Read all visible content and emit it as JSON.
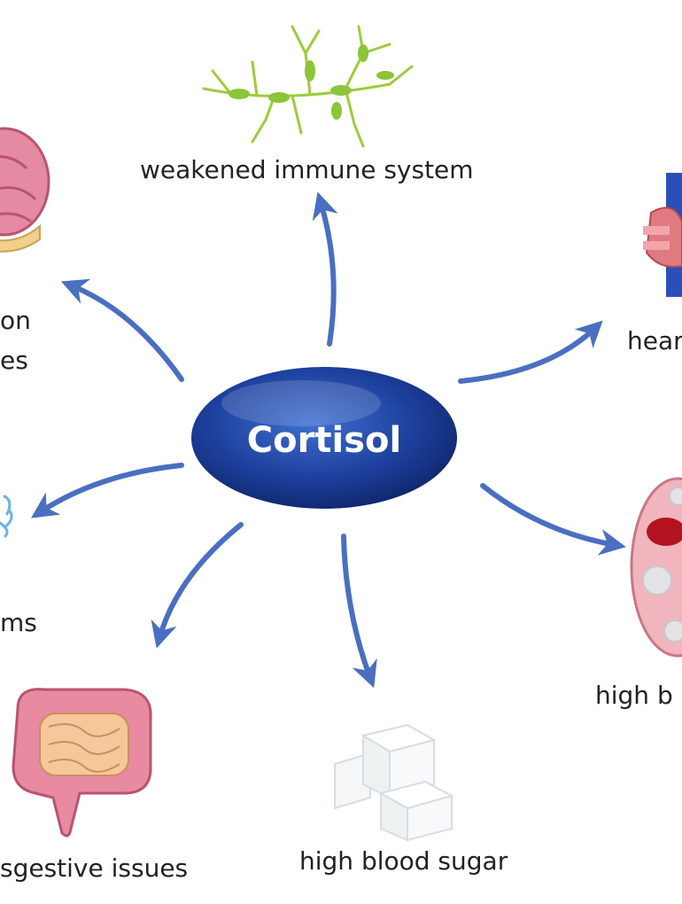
{
  "center": {
    "label": "Cortisol",
    "color": "#1d3f9c"
  },
  "arrow_color": "#4a6fc0",
  "effects": [
    {
      "id": "immune",
      "label": "weakened immune system",
      "icon": "lymph-network-icon"
    },
    {
      "id": "brain-a",
      "label": "on",
      "icon": "brain-icon"
    },
    {
      "id": "brain-b",
      "label": "es"
    },
    {
      "id": "heart",
      "label": "hear",
      "icon": "heart-icon"
    },
    {
      "id": "nerves",
      "label": "ms",
      "icon": "nerve-icon"
    },
    {
      "id": "digestive",
      "label": "sgestive issues",
      "icon": "intestine-icon"
    },
    {
      "id": "sugar",
      "label": "high blood sugar",
      "icon": "sugar-cubes-icon"
    },
    {
      "id": "pressure",
      "label": "high b",
      "icon": "blood-vessel-icon"
    }
  ]
}
